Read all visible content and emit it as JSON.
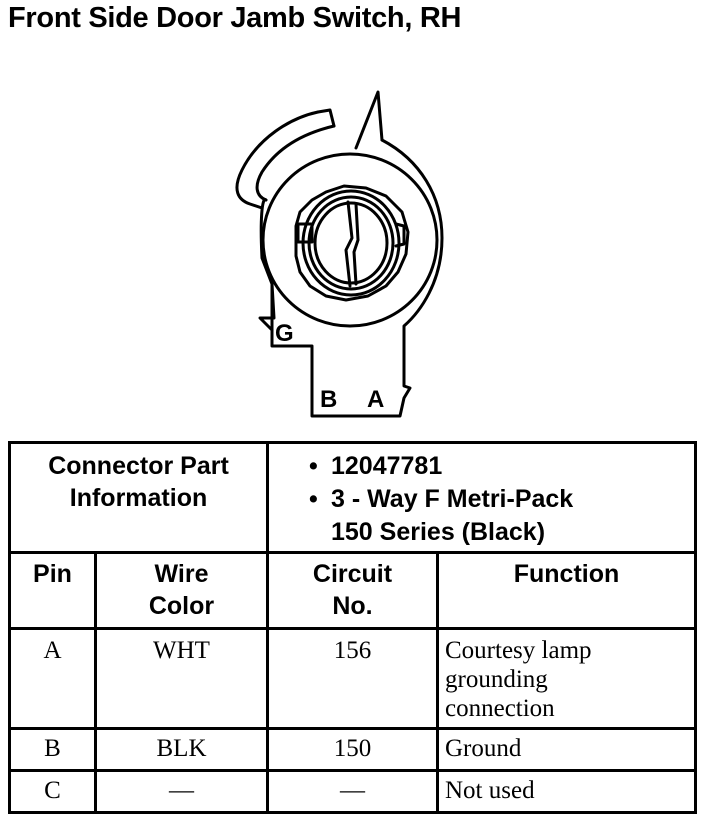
{
  "title": "Front Side Door Jamb Switch, RH",
  "diagram": {
    "cavity_labels": [
      "G",
      "B",
      "A"
    ]
  },
  "connector_info": {
    "label_line1": "Connector Part",
    "label_line2": "Information",
    "bullet": "•",
    "items": [
      "12047781",
      "3 - Way F Metri-Pack",
      "150 Series (Black)"
    ]
  },
  "columns": {
    "pin": "Pin",
    "wire_color_1": "Wire",
    "wire_color_2": "Color",
    "circuit_1": "Circuit",
    "circuit_2": "No.",
    "function": "Function"
  },
  "rows": [
    {
      "pin": "A",
      "wire_color": "WHT",
      "circuit": "156",
      "function": [
        "Courtesy lamp",
        "grounding",
        "connection"
      ]
    },
    {
      "pin": "B",
      "wire_color": "BLK",
      "circuit": "150",
      "function": [
        "Ground"
      ]
    },
    {
      "pin": "C",
      "wire_color": "—",
      "circuit": "—",
      "function": [
        "Not used"
      ]
    }
  ]
}
